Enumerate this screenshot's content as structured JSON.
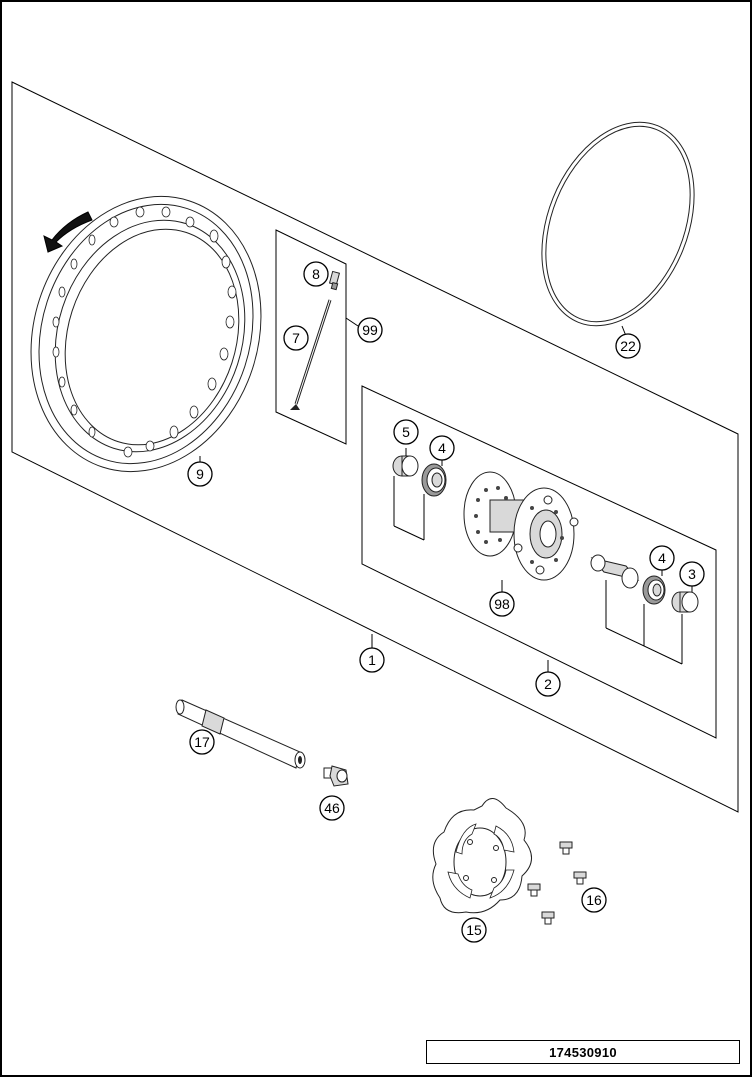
{
  "diagram": {
    "drawing_number": "174530910",
    "callouts": {
      "c1": "1",
      "c2": "2",
      "c3": "3",
      "c4a": "4",
      "c4b": "4",
      "c5": "5",
      "c7": "7",
      "c8": "8",
      "c9": "9",
      "c15": "15",
      "c16": "16",
      "c17": "17",
      "c22": "22",
      "c46": "46",
      "c98": "98",
      "c99": "99"
    },
    "icons": {
      "rotation_arrow": "curved-arrow-icon"
    },
    "colors": {
      "line": "#000000",
      "background": "#ffffff"
    }
  }
}
